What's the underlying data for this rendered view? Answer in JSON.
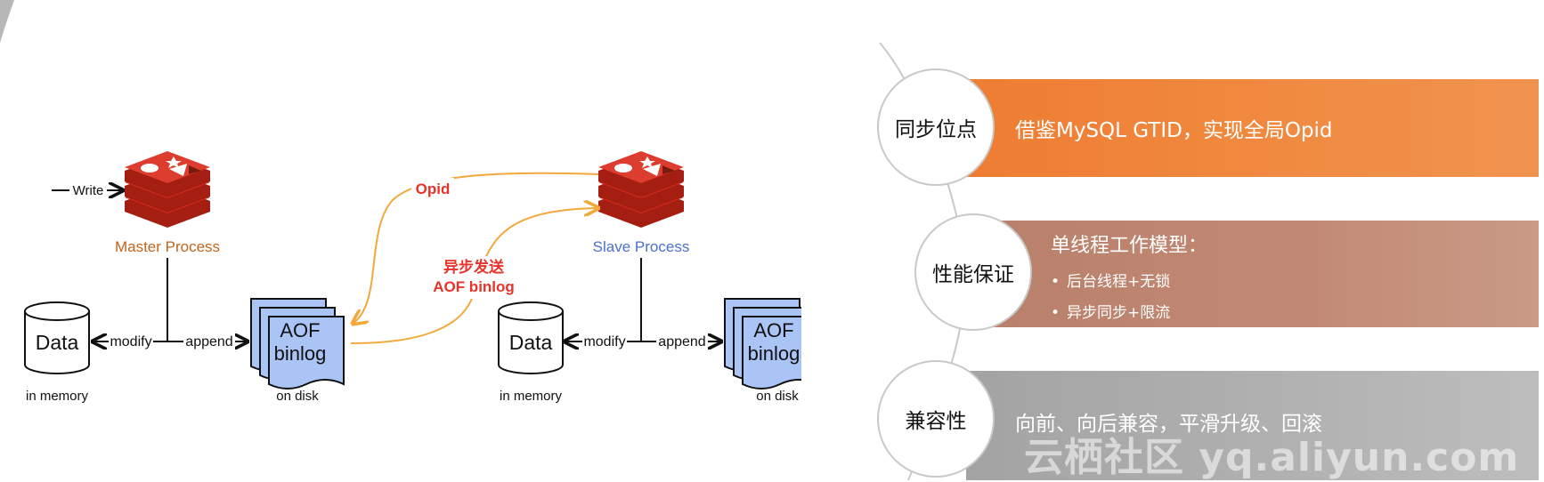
{
  "diagram": {
    "write_label": "Write",
    "master_label": "Master Process",
    "slave_label": "Slave Process",
    "modify_label": "modify",
    "append_label": "append",
    "data_label": "Data",
    "in_memory_label": "in memory",
    "aof_line1": "AOF",
    "aof_line2": "binlog",
    "on_disk_label": "on disk",
    "opid_label": "Opid",
    "async_line1": "异步发送",
    "async_line2": "AOF binlog",
    "colors": {
      "redis_red": "#d82c20",
      "redis_dark": "#a41e11",
      "master_text": "#c0651b",
      "slave_text": "#4a6fd0",
      "orange_arrow": "#f2a93b",
      "async_text": "#e8332a",
      "aof_fill": "#a9c4f5"
    }
  },
  "features": [
    {
      "circle": "同步位点",
      "text": "借鉴MySQL GTID，实现全局Opid",
      "color": "#ee7d33"
    },
    {
      "circle": "性能保证",
      "title": "单线程工作模型：",
      "bullets": [
        "后台线程+无锁",
        "异步同步+限流"
      ],
      "color": "#b8806b"
    },
    {
      "circle": "兼容性",
      "text": "向前、向后兼容，平滑升级、回滚",
      "color": "#a3a3a3"
    }
  ],
  "watermark": "云栖社区 yq.aliyun.com",
  "icons": [
    "redis-logo-icon",
    "database-cylinder-icon",
    "document-stack-icon",
    "bullet-dot-icon"
  ]
}
